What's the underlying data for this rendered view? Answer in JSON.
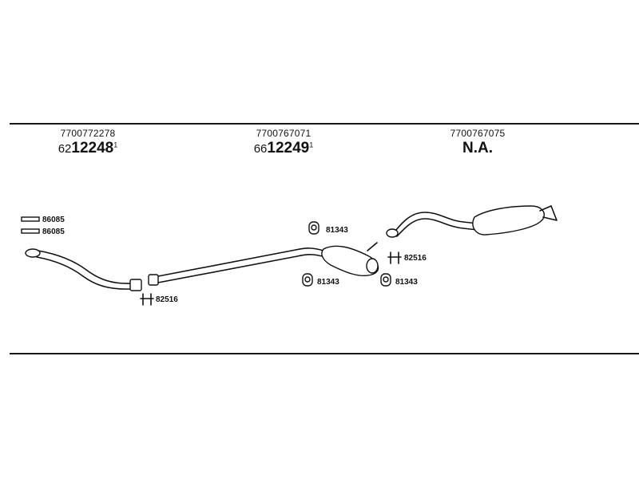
{
  "parts": [
    {
      "oem": "7700772278",
      "ref_prefix": "62",
      "ref_main": "12248",
      "ref_sup": "1"
    },
    {
      "oem": "7700767071",
      "ref_prefix": "66",
      "ref_main": "12249",
      "ref_sup": "1"
    },
    {
      "oem": "7700767075",
      "ref_text": "N.A."
    }
  ],
  "callouts": {
    "gasket_top": "86085",
    "gasket_bottom": "86085",
    "clamp_front": "82516",
    "clamp_rear": "82516",
    "hanger_upper": "81343",
    "hanger_lower_left": "81343",
    "hanger_lower_right": "81343"
  }
}
